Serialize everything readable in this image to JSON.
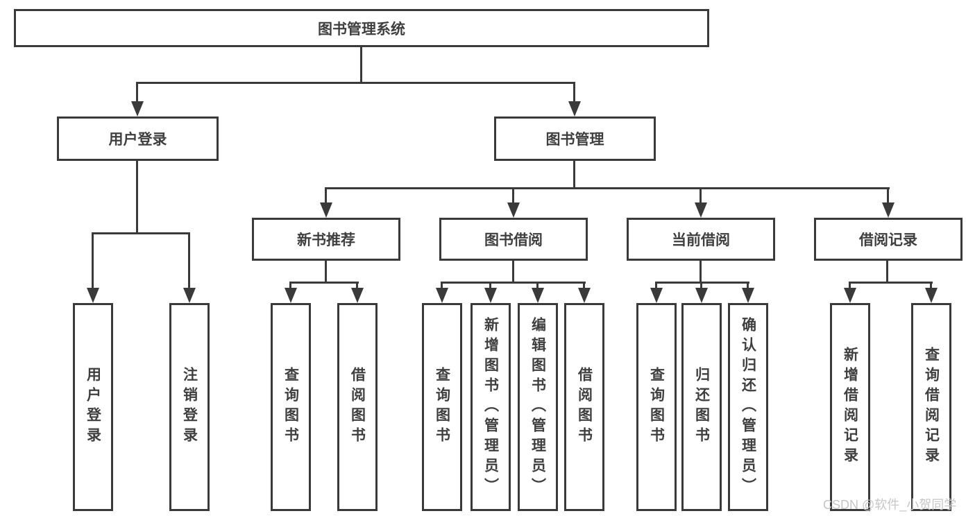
{
  "tree": {
    "label": "图书管理系统",
    "children": [
      {
        "label": "用户登录",
        "children": [
          {
            "label": "用户登录"
          },
          {
            "label": "注销登录"
          }
        ]
      },
      {
        "label": "图书管理",
        "children": [
          {
            "label": "新书推荐",
            "children": [
              {
                "label": "查询图书"
              },
              {
                "label": "借阅图书"
              }
            ]
          },
          {
            "label": "图书借阅",
            "children": [
              {
                "label": "查询图书"
              },
              {
                "label": "新增图书（管理员）"
              },
              {
                "label": "编辑图书（管理员）"
              },
              {
                "label": "借阅图书"
              }
            ]
          },
          {
            "label": "当前借阅",
            "children": [
              {
                "label": "查询图书"
              },
              {
                "label": "归还图书"
              },
              {
                "label": "确认归还（管理员）"
              }
            ]
          },
          {
            "label": "借阅记录",
            "children": [
              {
                "label": "新增借阅记录"
              },
              {
                "label": "查询借阅记录"
              }
            ]
          }
        ]
      }
    ]
  },
  "watermark": {
    "text": "CSDN @软件_小贺同学"
  },
  "colors": {
    "line": "#3a3a3a",
    "text": "#3f3f3f",
    "watermark": "#c6c6c6",
    "background": "#ffffff"
  }
}
